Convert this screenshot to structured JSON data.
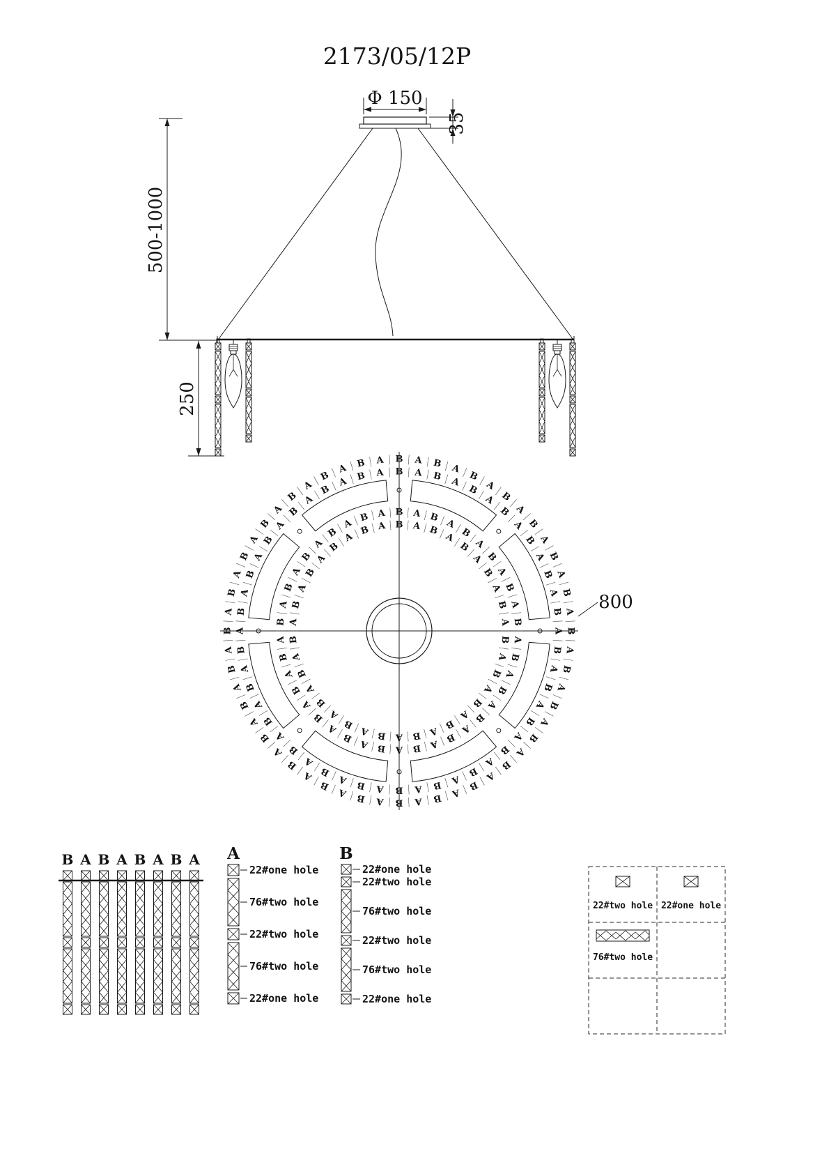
{
  "title": "2173/05/12P",
  "dimensions": {
    "canopy_diameter": "Φ 150",
    "canopy_height": "35",
    "suspension_range": "500-1000",
    "body_height": "250",
    "ring_diameter": "800"
  },
  "plan": {
    "letter_pattern": [
      "B",
      "A"
    ],
    "letter_rings": [
      {
        "name": "outer-1",
        "radius": 246,
        "count": 56
      },
      {
        "name": "outer-2",
        "radius": 228,
        "count": 52
      },
      {
        "name": "inner-1",
        "radius": 170,
        "count": 42
      },
      {
        "name": "inner-2",
        "radius": 152,
        "count": 38
      }
    ],
    "segment_count": 8
  },
  "strip_row": {
    "labels": [
      "B",
      "A",
      "B",
      "A",
      "B",
      "A",
      "B",
      "A"
    ]
  },
  "detail_a": {
    "label": "A",
    "parts": [
      {
        "type": "small",
        "label": "22#one hole"
      },
      {
        "type": "long",
        "label": "76#two hole"
      },
      {
        "type": "small",
        "label": "22#two hole"
      },
      {
        "type": "long",
        "label": "76#two hole"
      },
      {
        "type": "small",
        "label": "22#one hole"
      }
    ]
  },
  "detail_b": {
    "label": "B",
    "parts": [
      {
        "type": "small",
        "label": "22#one hole"
      },
      {
        "type": "small",
        "label": "22#two hole"
      },
      {
        "type": "long",
        "label": "76#two hole"
      },
      {
        "type": "small",
        "label": "22#two hole"
      },
      {
        "type": "long",
        "label": "76#two hole"
      },
      {
        "type": "small",
        "label": "22#one hole"
      }
    ]
  },
  "legend": {
    "cells": [
      {
        "icon": "crossed-box-icon",
        "label": "22#two hole"
      },
      {
        "icon": "crossed-box-icon",
        "label": "22#one hole"
      },
      {
        "icon": "hatched-bar-icon",
        "label": "76#two hole"
      }
    ]
  }
}
